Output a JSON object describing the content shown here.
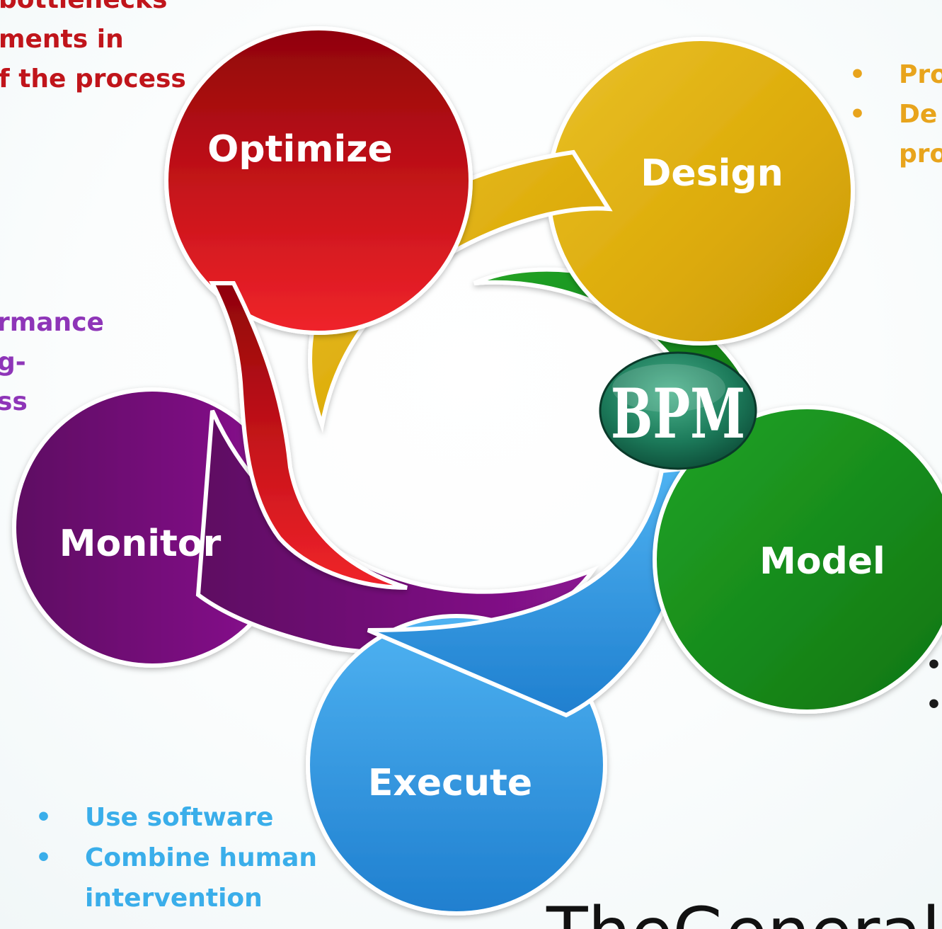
{
  "center_logo": {
    "text": "BPM"
  },
  "stages": {
    "optimize": {
      "label": "Optimize",
      "color": "#c0151b"
    },
    "design": {
      "label": "Design",
      "color": "#e2b40b"
    },
    "model": {
      "label": "Model",
      "color": "#1a9a1f"
    },
    "execute": {
      "label": "Execute",
      "color": "#2a8fe0"
    },
    "monitor": {
      "label": "Monitor",
      "color": "#7a0f7e"
    }
  },
  "optimize_notes": {
    "color": "#c0151b",
    "lines": [
      "bottlenecks",
      "ments in",
      "f the process"
    ]
  },
  "design_notes": {
    "color": "#e8a41c",
    "bullets": [
      "Pro",
      "De"
    ],
    "continuation": "pro"
  },
  "monitor_notes": {
    "color": "#8e35b8",
    "lines": [
      "rmance",
      "g-",
      "ss"
    ]
  },
  "execute_notes": {
    "color": "#3aaeea",
    "bullets": [
      "Use software",
      "Combine human"
    ],
    "continuation": "intervention"
  },
  "footer": {
    "text": "TheGeneral"
  }
}
